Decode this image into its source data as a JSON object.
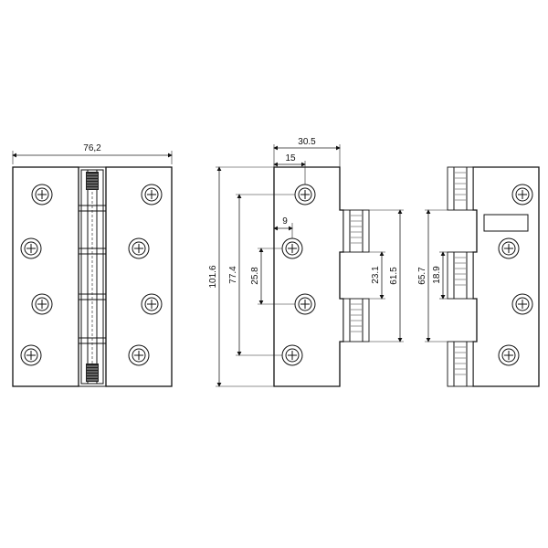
{
  "drawing": {
    "front_view": {
      "width_label": "76,2"
    },
    "side_view": {
      "leaf_width_label": "30.5",
      "hole_offset_label": "15",
      "hole_offset_small_label": "9",
      "height_label": "101.6",
      "outer_holes_label": "77.4",
      "inner_holes_label": "25.8",
      "middle_knuckle_label": "23.1",
      "outer_knuckles_label": "61.5"
    },
    "right_view": {
      "knuckle_gap_label": "65.7",
      "knuckle_label": "18.9"
    }
  }
}
